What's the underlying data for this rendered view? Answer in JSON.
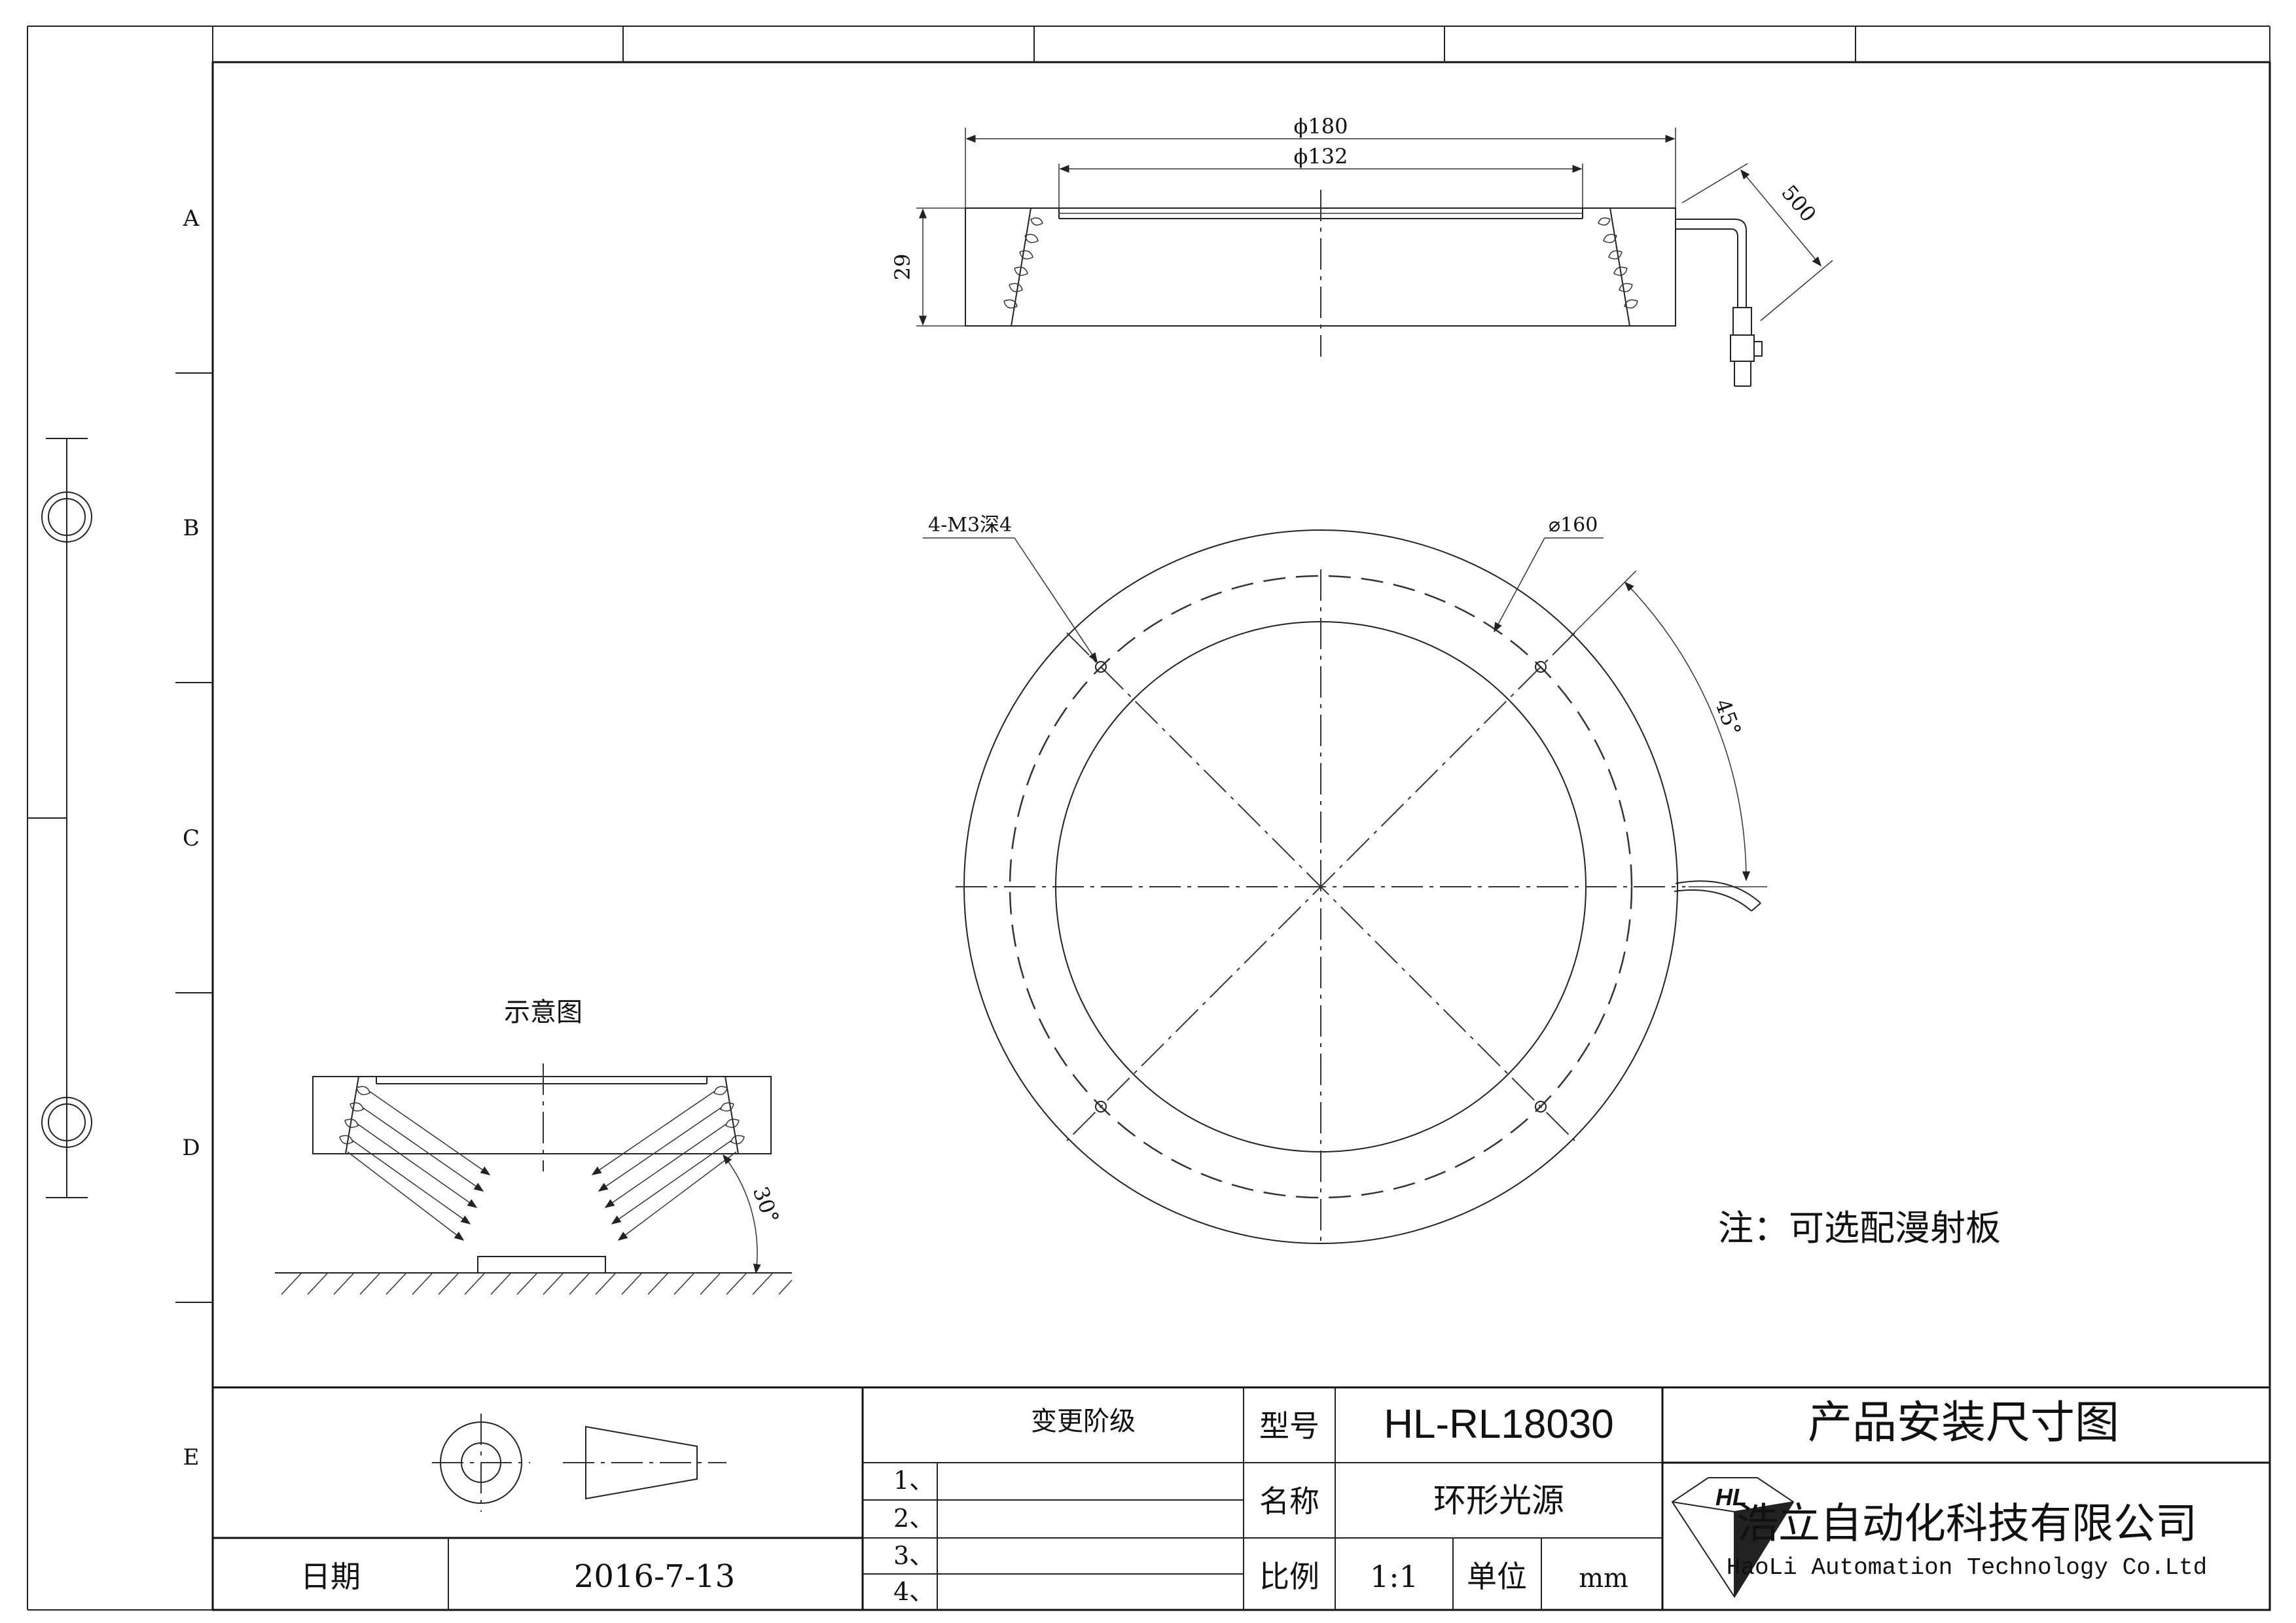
{
  "zone_rows": [
    "A",
    "B",
    "C",
    "D",
    "E"
  ],
  "top_view": {
    "dim_outer": "ϕ180",
    "dim_inner": "ϕ132",
    "dim_height": "29",
    "dim_cable": "500"
  },
  "plan_view": {
    "hole_callout": "4-M3深4",
    "pcd_callout": "⌀160",
    "angle": "45°"
  },
  "schematic": {
    "title": "示意图",
    "angle": "30°"
  },
  "note": "注：可选配漫射板",
  "title_block": {
    "change_level": "变更阶级",
    "revisions": [
      "1、",
      "2、",
      "3、",
      "4、"
    ],
    "date_label": "日期",
    "date_value": "2016-7-13",
    "model_label": "型号",
    "model_value": "HL-RL18030",
    "name_label": "名称",
    "name_value": "环形光源",
    "scale_label": "比例",
    "scale_value": "1:1",
    "unit_label": "单位",
    "unit_value": "mm",
    "drawing_title": "产品安装尺寸图",
    "company_cn": "浩立自动化科技有限公司",
    "company_en": "HaoLi Automation Technology Co.Ltd",
    "logo_text": "HL"
  }
}
